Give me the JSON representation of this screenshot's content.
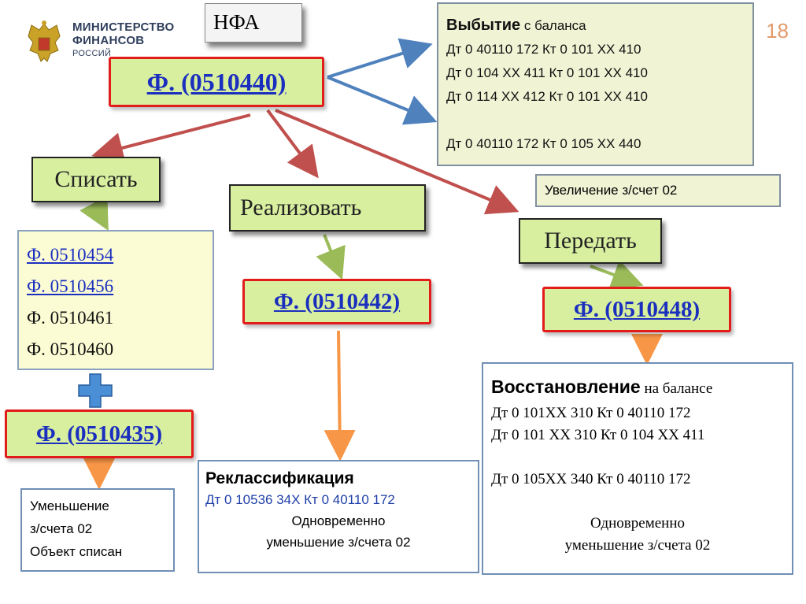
{
  "logo": {
    "line1": "МИНИСТЕРСТВО",
    "line2": "ФИНАНСОВ",
    "line3": "РОССИЙ"
  },
  "page_number": "18",
  "title": "НФА",
  "forms": {
    "f440": "Ф. (0510440)",
    "f442": "Ф. (0510442)",
    "f448": "Ф. (0510448)",
    "f435": "Ф. (0510435)"
  },
  "actions": {
    "spisat": "Списать",
    "realizovat": "Реализовать",
    "peredat": "Передать"
  },
  "vybytie": {
    "heading": "Выбытие",
    "heading_suffix": " с баланса",
    "lines": [
      "Дт 0 40110 172  Кт 0 101 ХХ 410",
      "Дт 0 104 ХХ 411  Кт 0 101 ХХ 410",
      "Дт 0 114 ХХ 412   Кт 0 101 ХХ 410",
      "",
      "Дт 0 40110 172  Кт 0 105 ХХ 440"
    ]
  },
  "uvelichenie": "Увеличение з/счет 02",
  "spisat_forms": [
    "Ф. 0510454",
    "Ф. 0510456",
    "Ф. 0510461",
    "Ф. 0510460"
  ],
  "umenshenie": [
    "Уменьшение",
    "з/счета 02",
    "Объект списан"
  ],
  "reklassifikaciya": {
    "heading": "Реклассификация",
    "entry": "Дт 0 10536 34Х   Кт 0 40110 172",
    "line1": "Одновременно",
    "line2": "уменьшение з/счета 02"
  },
  "vosstanovlenie": {
    "heading": "Восстановление",
    "heading_suffix": " на балансе",
    "lines": [
      "Дт 0 101ХХ 310  Кт 0 40110 172",
      "Дт 0 101 ХХ 310  Кт 0 104 ХХ 411",
      "",
      "Дт 0 105ХХ 340  Кт 0 40110 172",
      ""
    ],
    "line1": "Одновременно",
    "line2": "уменьшение з/счета 02"
  },
  "colors": {
    "red_arrow": "#c0504d",
    "blue_arrow": "#4f81bd",
    "green_arrow": "#9bbb59",
    "orange_arrow": "#f79646",
    "form_bg": "#d8efa0",
    "form_border": "#e21b1b",
    "link": "#1b2fbf"
  }
}
